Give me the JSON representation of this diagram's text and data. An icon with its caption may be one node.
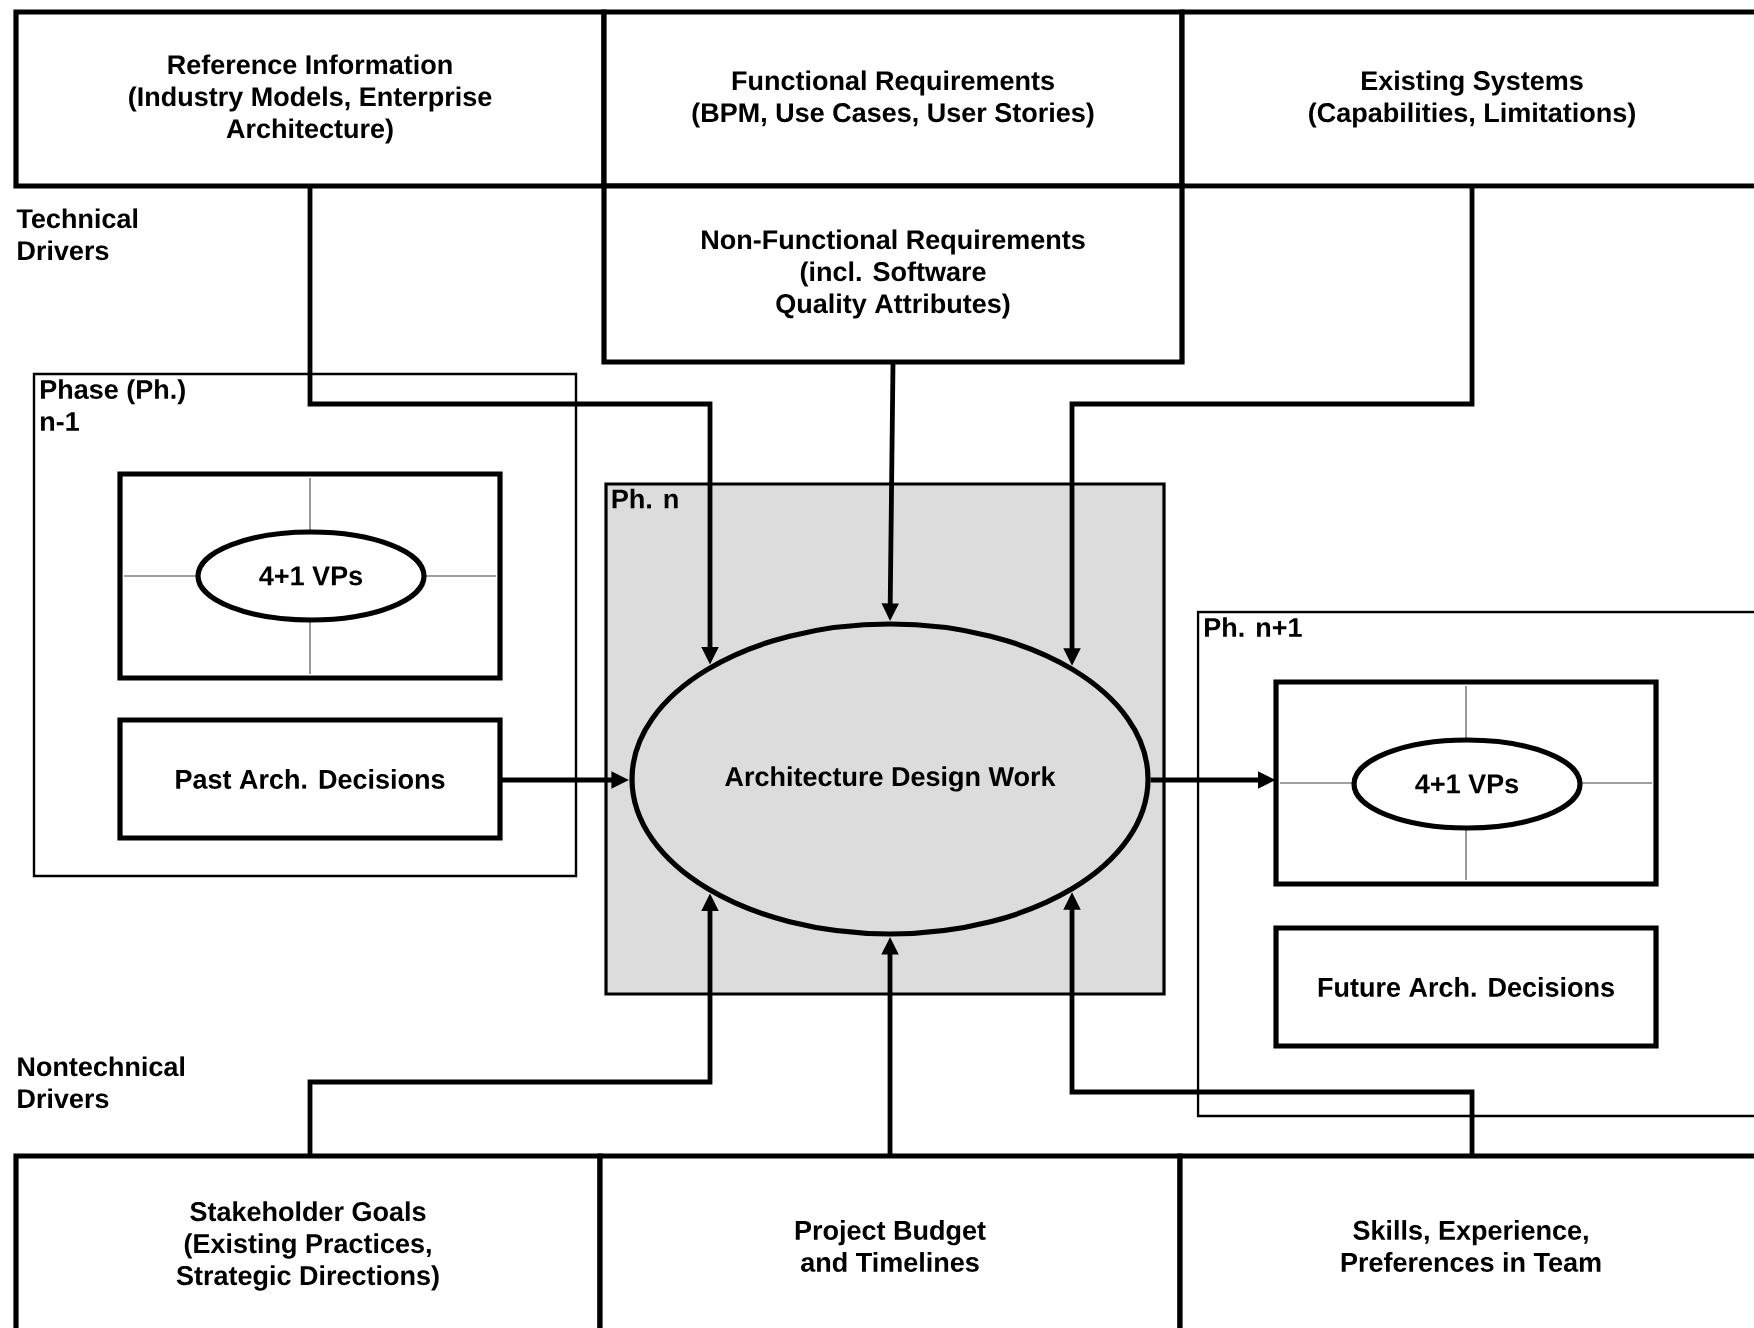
{
  "diagram": {
    "nodes": [
      {
        "text": [
          "Reference Information",
          "(Industry Models, Enterprise Architecture)"
        ]
      },
      {
        "text": [
          "Functional Requirements",
          "(BPM, Use Cases, User Stories)"
        ]
      },
      {
        "text": [
          "Existing Systems",
          "(Capabilities, Limitations)"
        ]
      },
      {
        "text": [
          "Non-Functional Requirements",
          "(incl. Software Quality Attributes)"
        ]
      },
      {
        "text": [
          "Phase (Ph.) n-1"
        ]
      },
      {
        "text": [],
        "shape": "box",
        "in": 4
      },
      {
        "text": [
          "4+1 VPs"
        ],
        "in": 5
      },
      {
        "text": [
          "Past Arch. Decisions"
        ],
        "in": 4
      },
      {
        "text": [
          "Ph. n"
        ]
      },
      {
        "text": [
          "Architecture Design Work"
        ],
        "in": 8
      },
      {
        "text": [
          "Ph. n+1"
        ]
      },
      {
        "text": [],
        "shape": "box",
        "in": 10
      },
      {
        "text": [
          "4+1 VPs"
        ],
        "in": 11
      },
      {
        "text": [
          "Future Arch. Decisions"
        ],
        "in": 10
      },
      {
        "text": [
          "Stakeholder Goals",
          "(Existing Practices, Strategic Directions)"
        ]
      },
      {
        "text": [
          "Project Budget and Timelines"
        ]
      },
      {
        "text": [
          "Skills, Experience, Preferences in Team"
        ]
      }
    ],
    "edges": [
      {
        "from": 0,
        "to": 9,
        "arrow": "to"
      },
      {
        "from": 3,
        "to": 9,
        "arrow": "to"
      },
      {
        "from": 2,
        "to": 9,
        "arrow": "to"
      },
      {
        "from": 7,
        "to": 9,
        "arrow": "to"
      },
      {
        "from": 9,
        "to": 11,
        "arrow": "to"
      },
      {
        "from": 14,
        "to": 9,
        "arrow": "to"
      },
      {
        "from": 15,
        "to": 9,
        "arrow": "to"
      },
      {
        "from": 16,
        "to": 9,
        "arrow": "to"
      }
    ],
    "labels": [
      "Technical Drivers",
      "Nontechnical Drivers"
    ]
  }
}
